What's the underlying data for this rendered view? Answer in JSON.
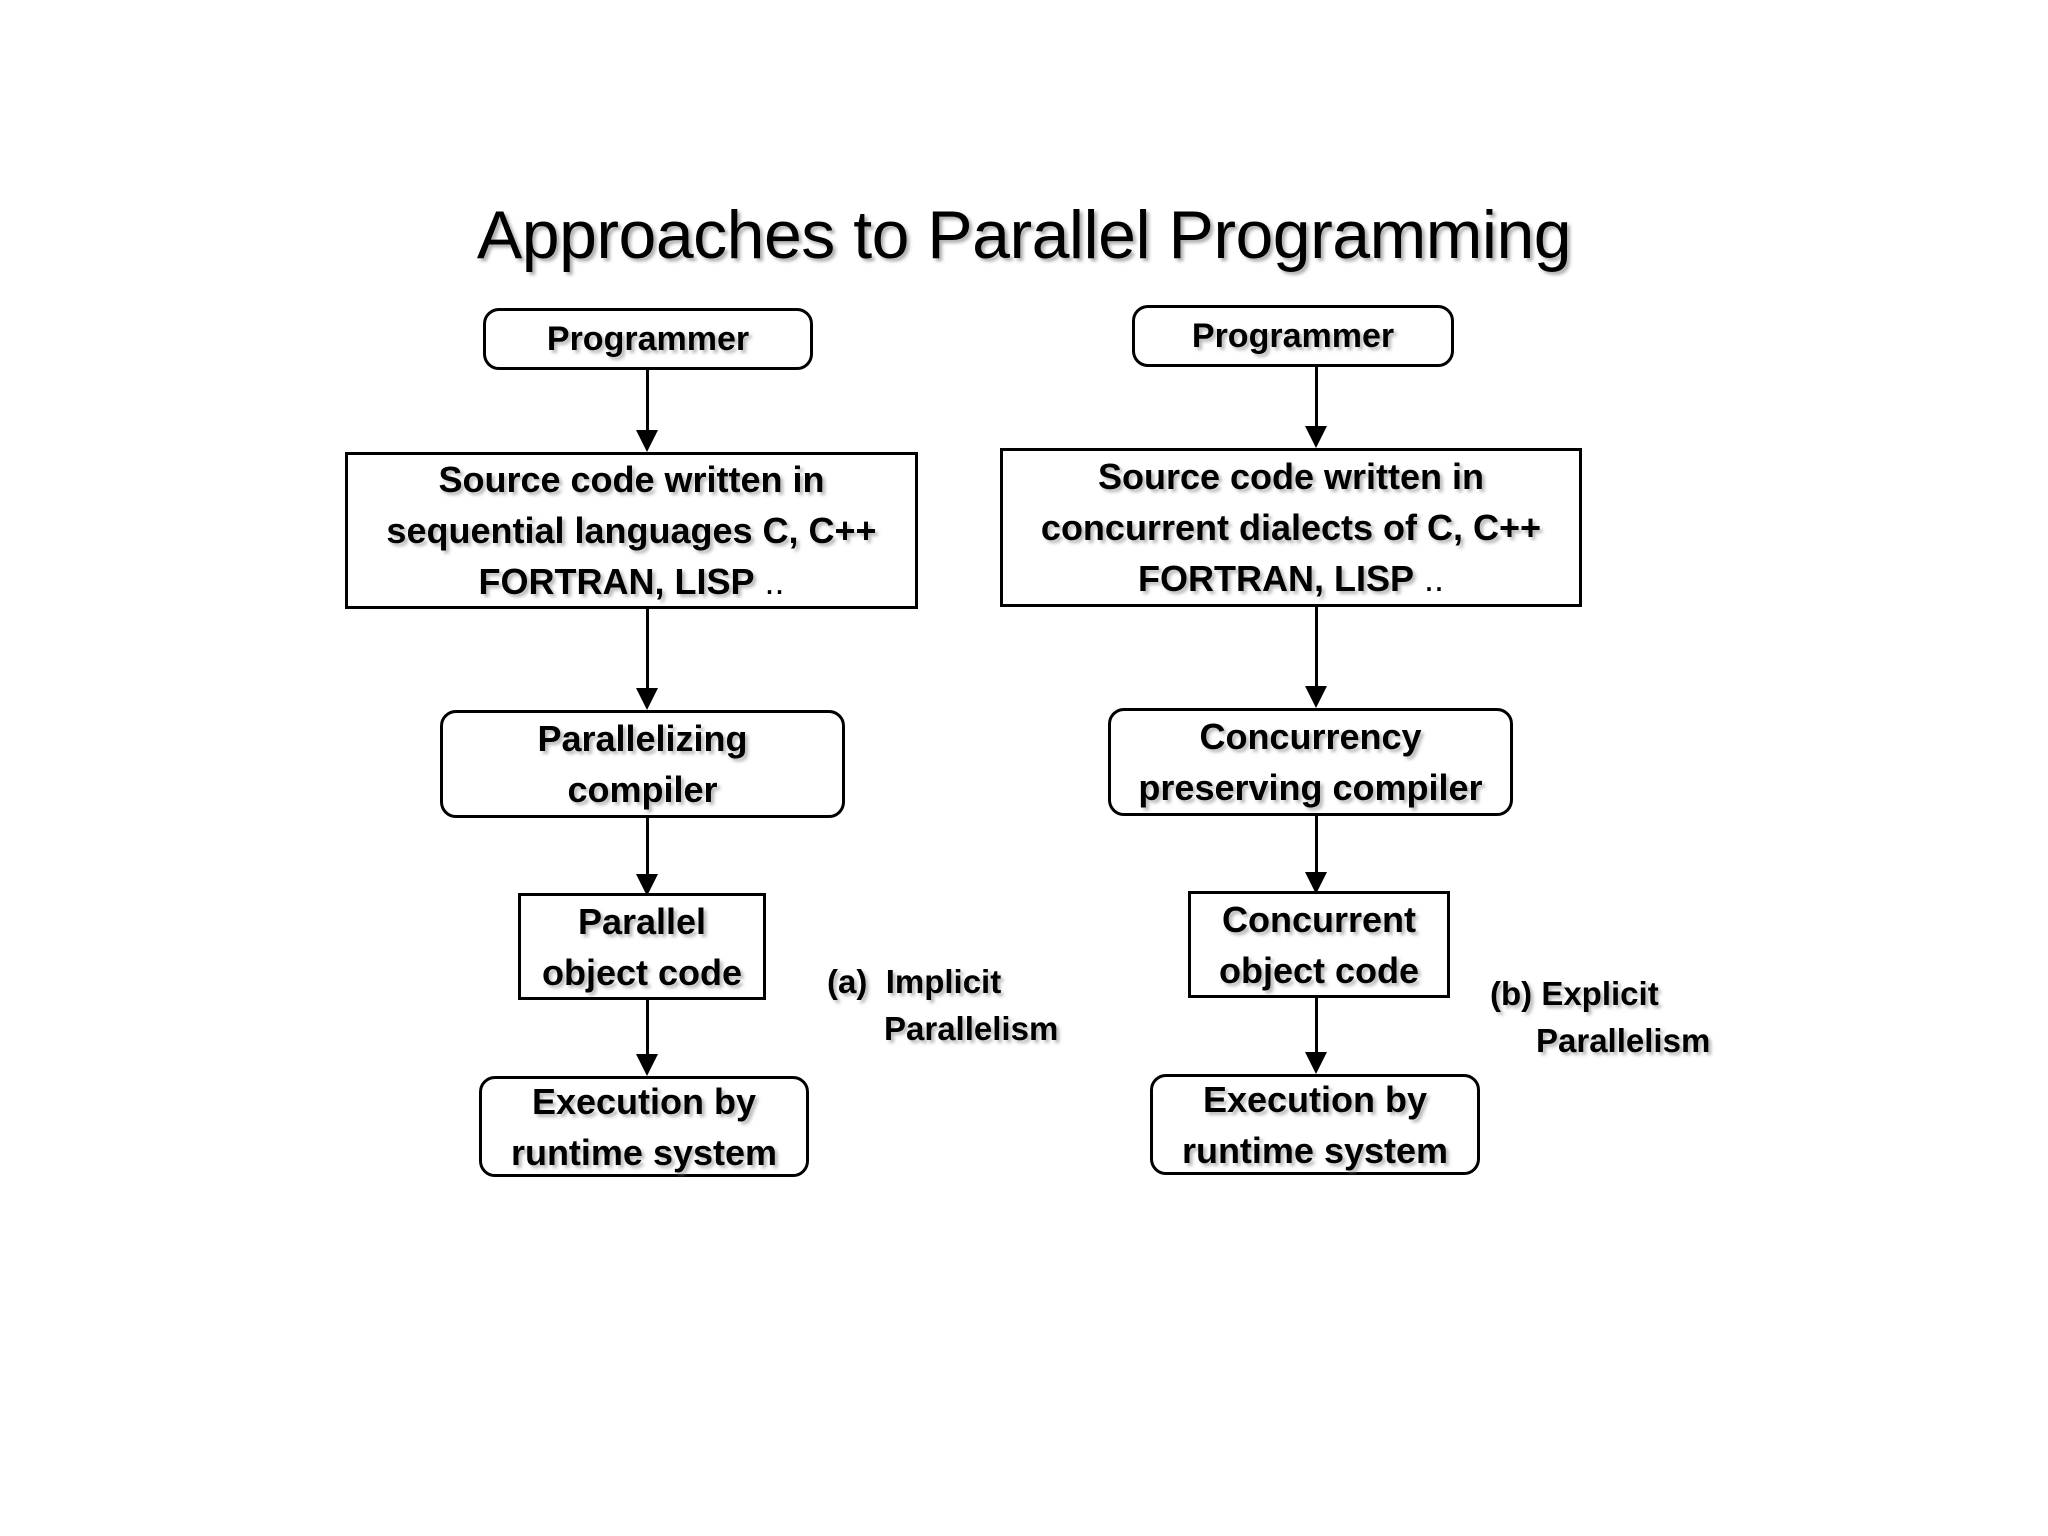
{
  "slide": {
    "title": "Approaches to Parallel Programming",
    "background_color": "#ffffff",
    "line_color": "#000000",
    "text_color": "#000000"
  },
  "columns": [
    {
      "id": "implicit",
      "caption": {
        "marker": "(a)",
        "line1": "Implicit",
        "line2": "Parallelism"
      },
      "nodes": [
        {
          "id": "programmer-a",
          "shape": "rounded",
          "lines": [
            "Programmer"
          ]
        },
        {
          "id": "source-code-a",
          "shape": "rectangle",
          "lines": [
            "Source code written in",
            "sequential languages  C, C++",
            "FORTRAN, LISP"
          ],
          "trailing": ".."
        },
        {
          "id": "compiler-a",
          "shape": "rounded",
          "lines": [
            "Parallelizing",
            "compiler"
          ]
        },
        {
          "id": "object-code-a",
          "shape": "rectangle",
          "lines": [
            "Parallel",
            "object code"
          ]
        },
        {
          "id": "execution-a",
          "shape": "rounded",
          "lines": [
            "Execution by",
            "runtime system"
          ]
        }
      ]
    },
    {
      "id": "explicit",
      "caption": {
        "marker": "(b)",
        "line1": "Explicit",
        "line2": "Parallelism"
      },
      "nodes": [
        {
          "id": "programmer-b",
          "shape": "rounded",
          "lines": [
            "Programmer"
          ]
        },
        {
          "id": "source-code-b",
          "shape": "rectangle",
          "lines": [
            "Source code written in",
            "concurrent dialects of C, C++",
            "FORTRAN, LISP"
          ],
          "trailing": ".."
        },
        {
          "id": "compiler-b",
          "shape": "rounded",
          "lines": [
            "Concurrency",
            "preserving compiler"
          ]
        },
        {
          "id": "object-code-b",
          "shape": "rectangle",
          "lines": [
            "Concurrent",
            "object code"
          ]
        },
        {
          "id": "execution-b",
          "shape": "rounded",
          "lines": [
            "Execution by",
            "runtime system"
          ]
        }
      ]
    }
  ],
  "connectors": [
    {
      "id": "arrow-a1",
      "from": "programmer-a",
      "to": "source-code-a"
    },
    {
      "id": "arrow-a2",
      "from": "source-code-a",
      "to": "compiler-a"
    },
    {
      "id": "arrow-a3",
      "from": "compiler-a",
      "to": "object-code-a"
    },
    {
      "id": "arrow-a4",
      "from": "object-code-a",
      "to": "execution-a"
    },
    {
      "id": "arrow-b1",
      "from": "programmer-b",
      "to": "source-code-b"
    },
    {
      "id": "arrow-b2",
      "from": "source-code-b",
      "to": "compiler-b"
    },
    {
      "id": "arrow-b3",
      "from": "compiler-b",
      "to": "object-code-b"
    },
    {
      "id": "arrow-b4",
      "from": "object-code-b",
      "to": "execution-b"
    }
  ]
}
